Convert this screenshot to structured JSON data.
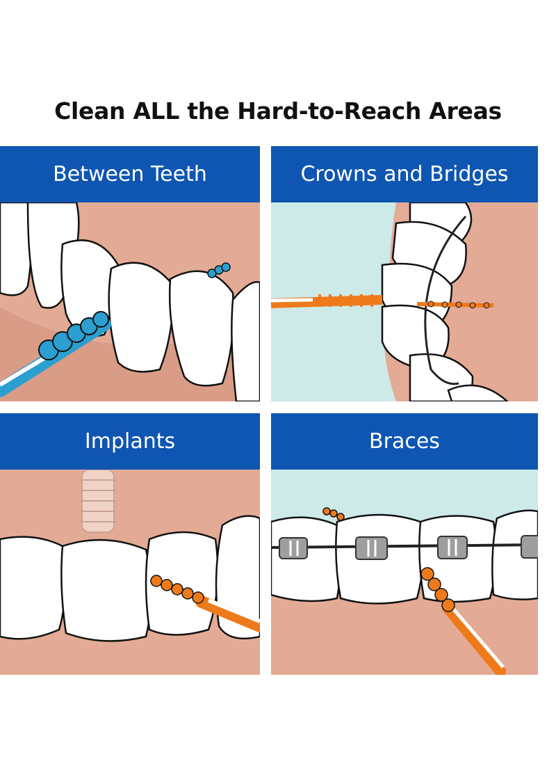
{
  "title": "Clean ALL the Hard-to-Reach Areas",
  "panels": [
    {
      "label": "Between Teeth",
      "brush_color": "#2a9fd0"
    },
    {
      "label": "Crowns and Bridges",
      "brush_color": "#ee7a1b"
    },
    {
      "label": "Implants",
      "brush_color": "#ee7a1b"
    },
    {
      "label": "Braces",
      "brush_color": "#ee7a1b"
    }
  ],
  "colors": {
    "header_blue": "#0f56b2",
    "gum": "#e3ab95",
    "background_mint": "#cde9e8",
    "tooth": "#ffffff"
  }
}
